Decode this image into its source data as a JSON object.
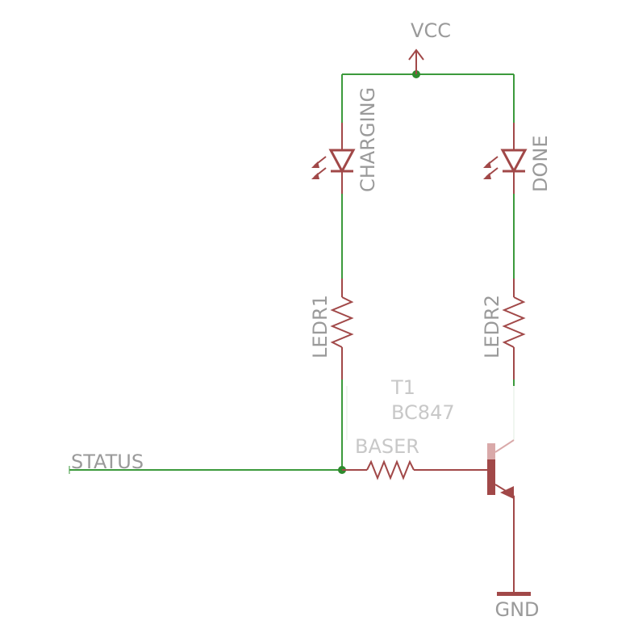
{
  "schematic": {
    "power": {
      "vcc": "VCC",
      "gnd": "GND"
    },
    "net": {
      "status": "STATUS"
    },
    "leds": {
      "charging": "CHARGING",
      "done": "DONE"
    },
    "resistors": {
      "ledr1": "LEDR1",
      "ledr2": "LEDR2",
      "baser": "BASER"
    },
    "transistor": {
      "name": "T1",
      "part": "BC847"
    }
  },
  "colors": {
    "wire": "#3c9a3c",
    "symbol": "#a14848",
    "label": "#9a9a9a",
    "faded_label": "#c8c8c8",
    "junction": "#2e8b2e",
    "faded_symbol": "#d9a9a9"
  }
}
